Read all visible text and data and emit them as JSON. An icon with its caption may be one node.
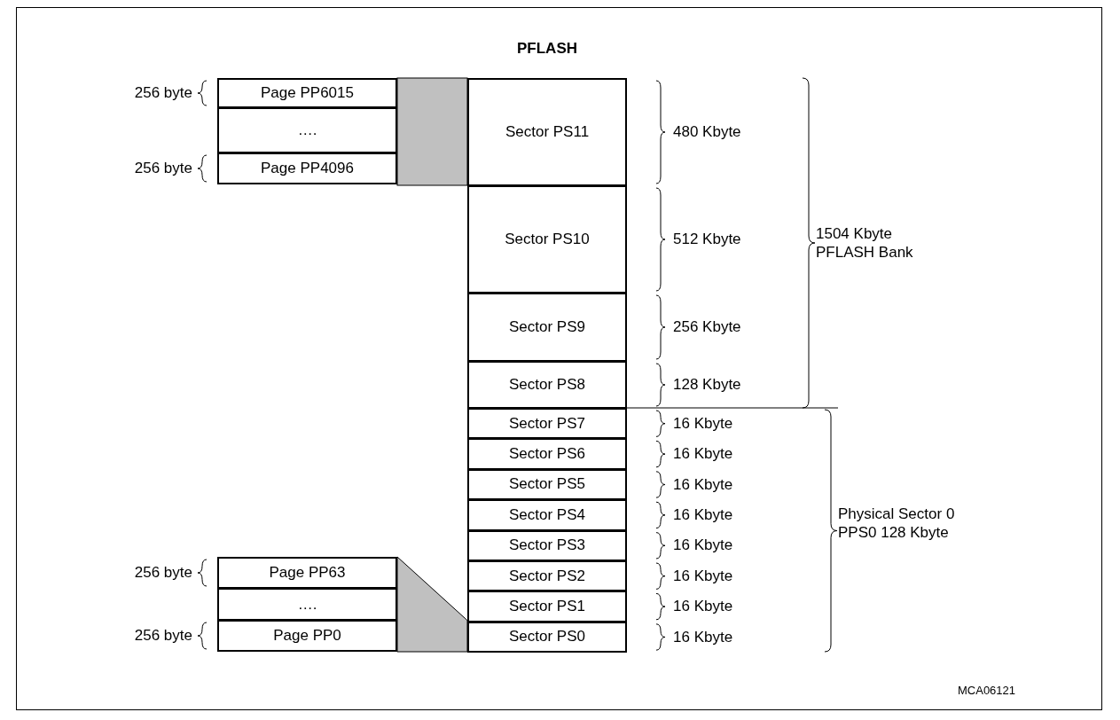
{
  "diagram": {
    "title": "PFLASH",
    "nodes": [
      {
        "text": [
          "Page PP6015"
        ],
        "beside": [
          "256 byte"
        ]
      },
      {
        "text": [
          "…."
        ]
      },
      {
        "text": [
          "Page PP4096"
        ],
        "beside": [
          "256 byte"
        ]
      },
      {
        "text": [
          "Sector PS11"
        ],
        "beside": [
          "480 Kbyte"
        ]
      },
      {
        "text": [
          "Sector PS10"
        ],
        "beside": [
          "512 Kbyte"
        ]
      },
      {
        "text": [
          "Sector PS9"
        ],
        "beside": [
          "256 Kbyte"
        ]
      },
      {
        "text": [
          "Sector PS8"
        ],
        "beside": [
          "128 Kbyte"
        ]
      },
      {
        "text": [
          "Sector PS7"
        ],
        "beside": [
          "16 Kbyte"
        ]
      },
      {
        "text": [
          "Sector PS6"
        ],
        "beside": [
          "16 Kbyte"
        ]
      },
      {
        "text": [
          "Sector PS5"
        ],
        "beside": [
          "16 Kbyte"
        ]
      },
      {
        "text": [
          "Sector PS4"
        ],
        "beside": [
          "16 Kbyte"
        ]
      },
      {
        "text": [
          "Sector PS3"
        ],
        "beside": [
          "16 Kbyte"
        ]
      },
      {
        "text": [
          "Sector PS2"
        ],
        "beside": [
          "16 Kbyte"
        ]
      },
      {
        "text": [
          "Sector PS1"
        ],
        "beside": [
          "16 Kbyte"
        ]
      },
      {
        "text": [
          "Sector PS0"
        ],
        "beside": [
          "16 Kbyte"
        ]
      },
      {
        "text": [
          "Page PP63"
        ],
        "beside": [
          "256 byte"
        ]
      },
      {
        "text": [
          "…."
        ]
      },
      {
        "text": [
          "Page PP0"
        ],
        "beside": [
          "256 byte"
        ]
      },
      {
        "text": [],
        "shape": "box"
      },
      {
        "text": [],
        "shape": "trapezoid"
      }
    ],
    "edges": [],
    "labels": [
      "1504 Kbyte PFLASH Bank",
      "Physical Sector 0 PPS0 128 Kbyte",
      "MCA06121"
    ]
  }
}
